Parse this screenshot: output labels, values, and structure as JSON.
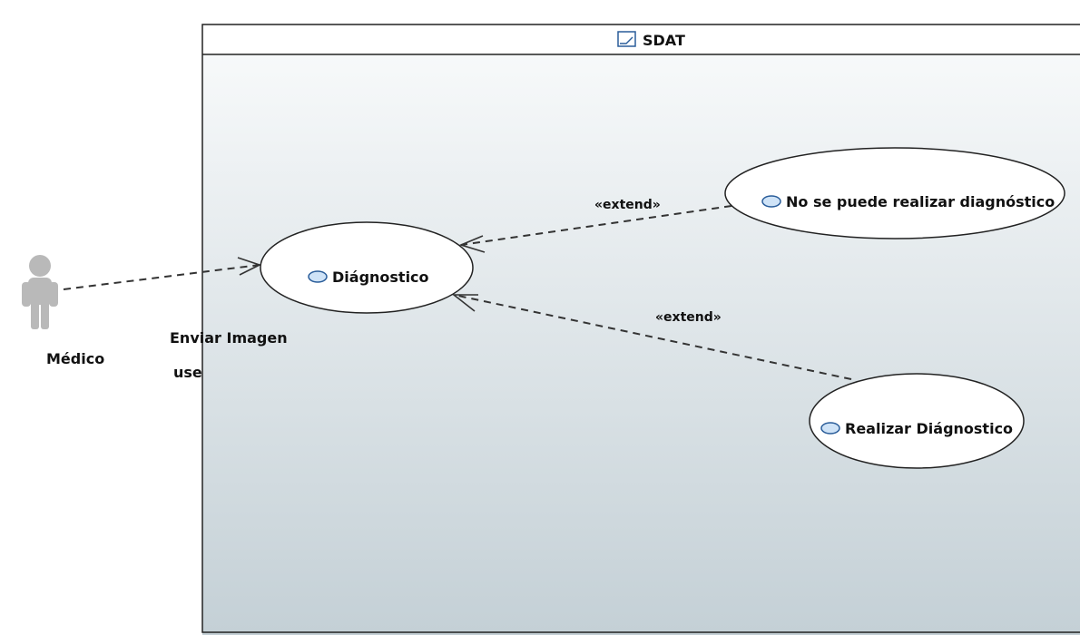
{
  "system": {
    "title": "SDAT",
    "icon": "package-diagram-icon"
  },
  "actor": {
    "name": "Médico",
    "icon": "actor-person-icon"
  },
  "association": {
    "name": "Enviar Imagen",
    "stereotype": "use"
  },
  "use_cases": [
    {
      "id": "diagnostico",
      "label": "Diágnostico",
      "icon": "use-case-icon"
    },
    {
      "id": "no-realizar",
      "label": "No se puede realizar diagnóstico",
      "icon": "use-case-icon"
    },
    {
      "id": "realizar",
      "label": "Realizar Diágnostico",
      "icon": "use-case-icon"
    }
  ],
  "relations": [
    {
      "label": "«extend»",
      "from": "no-realizar",
      "to": "diagnostico"
    },
    {
      "label": "«extend»",
      "from": "realizar",
      "to": "diagnostico"
    }
  ],
  "colors": {
    "frame_border": "#222222",
    "frame_header": "#ffffff",
    "frame_gradient_top": "#f7f9fa",
    "frame_gradient_bottom": "#c4d0d6",
    "actor_gray": "#b9b9b9",
    "use_case_icon_fill": "#cfe3f7",
    "use_case_icon_stroke": "#2a5d9a"
  }
}
